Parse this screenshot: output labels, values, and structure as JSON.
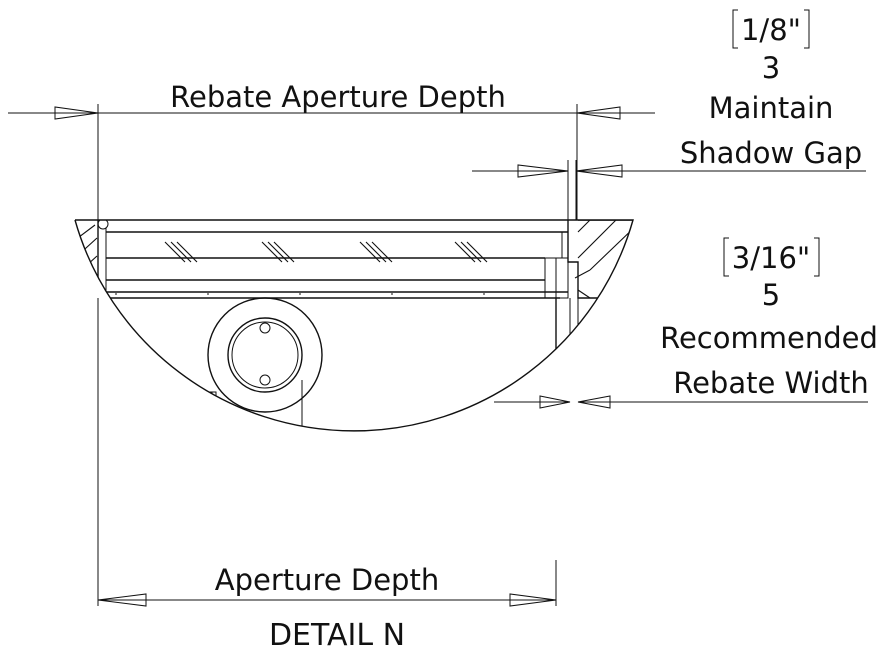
{
  "title": "DETAIL N",
  "dimensions": {
    "rebate_aperture_depth": "Rebate Aperture Depth",
    "aperture_depth": "Aperture Depth",
    "shadow_gap": {
      "imperial": "1/8\"",
      "metric": "3",
      "label_line1": "Maintain",
      "label_line2": "Shadow Gap"
    },
    "rebate_width": {
      "imperial": "3/16\"",
      "metric": "5",
      "label_line1": "Recommended",
      "label_line2": "Rebate Width"
    }
  },
  "colors": {
    "line": "#111111",
    "accent": "#cc2222"
  }
}
